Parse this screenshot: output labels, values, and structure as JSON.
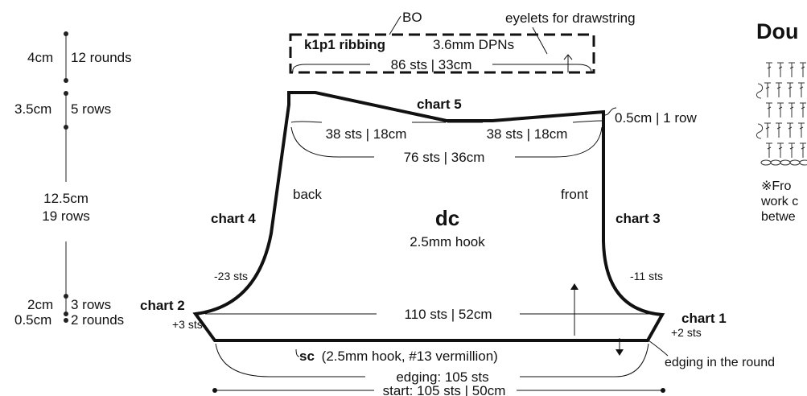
{
  "diagram": {
    "bind_off_label": "BO",
    "eyelets_label": "eyelets for drawstring",
    "ribbing_label": "k1p1 ribbing",
    "needles_label": "3.6mm DPNs",
    "ribbing_sts_label": "86 sts | 33cm",
    "chart5_label": "chart 5",
    "top_row_label": "0.5cm | 1 row",
    "back_top_label": "38 sts | 18cm",
    "front_top_label": "38 sts | 18cm",
    "top_total_label": "76 sts | 36cm",
    "back_label": "back",
    "front_label": "front",
    "chart4_label": "chart 4",
    "chart3_label": "chart 3",
    "dec_back_label": "-23 sts",
    "dec_front_label": "-11 sts",
    "stitch_label": "dc",
    "hook_label": "2.5mm hook",
    "mid_width_label": "110 sts | 52cm",
    "chart2_label": "chart 2",
    "chart1_label": "chart 1",
    "inc_left_label": "+3 sts",
    "inc_right_label": "+2 sts",
    "edging_stitch": "sc",
    "edging_detail": "(2.5mm hook, #13 vermillion)",
    "edging_sts_label": "edging: 105 sts",
    "edging_round_label": "edging in the round",
    "start_label": "start: 105 sts | 50cm"
  },
  "measurements": {
    "ribbing_cm": "4cm",
    "ribbing_rounds": "12 rounds",
    "upper_cm": "3.5cm",
    "upper_rows": "5 rows",
    "body_cm": "12.5cm",
    "body_rows": "19 rows",
    "lower_cm": "2cm",
    "lower_rows": "3 rows",
    "edge_cm": "0.5cm",
    "edge_rounds": "2 rounds"
  },
  "chart_panel": {
    "title_partial": "Dou",
    "note_line1": "※Fro",
    "note_line2": "work c",
    "note_line3": "betwe"
  }
}
